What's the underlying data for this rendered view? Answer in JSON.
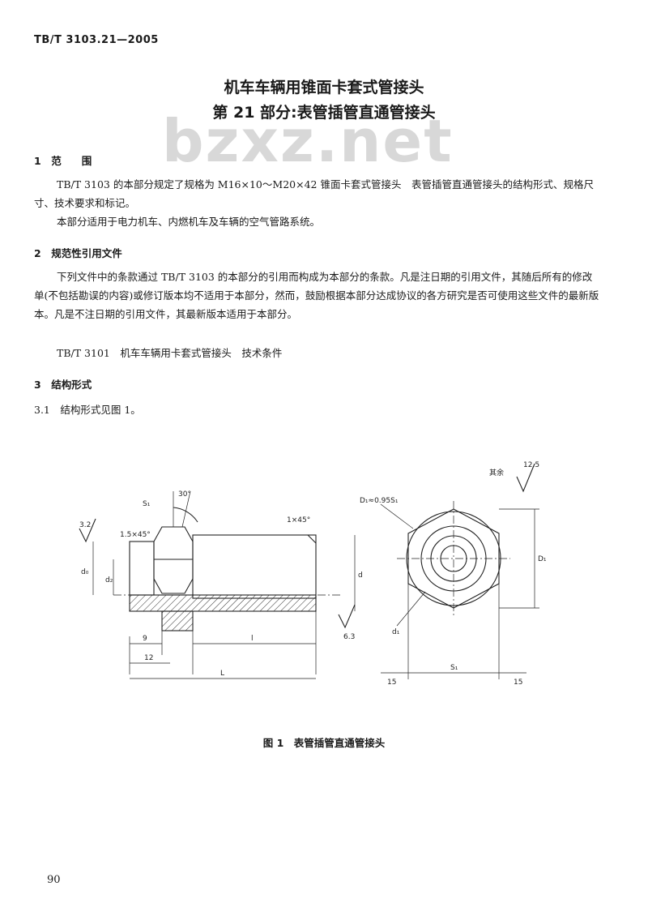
{
  "header": {
    "standard_code": "TB/T 3103.21—2005"
  },
  "title": {
    "line1": "机车车辆用锥面卡套式管接头",
    "line2": "第 21 部分:表管插管直通管接头"
  },
  "watermark": "bzxz.net",
  "sections": {
    "s1": {
      "heading": "1　范　　围",
      "p1": "TB/T 3103 的本部分规定了规格为 M16×10～M20×42 锥面卡套式管接头　表管插管直通管接头的结构形式、规格尺寸、技术要求和标记。",
      "p2": "本部分适用于电力机车、内燃机车及车辆的空气管路系统。"
    },
    "s2": {
      "heading": "2　规范性引用文件",
      "p1": "下列文件中的条款通过 TB/T 3103 的本部分的引用而构成为本部分的条款。凡是注日期的引用文件，其随后所有的修改单(不包括勘误的内容)或修订版本均不适用于本部分，然而，鼓励根据本部分达成协议的各方研究是否可使用这些文件的最新版本。凡是不注日期的引用文件，其最新版本适用于本部分。",
      "p2": "TB/T 3101　机车车辆用卡套式管接头　技术条件"
    },
    "s3": {
      "heading": "3　结构形式",
      "p1": "3.1　结构形式见图 1。"
    }
  },
  "figure": {
    "caption": "图 1　表管插管直通管接头",
    "labels": {
      "rest": "其余",
      "rough_main": "12.5",
      "angle": "30°",
      "s1": "S₁",
      "chamfer_right": "1×45°",
      "chamfer_left": "1.5×45°",
      "rough_left": "3.2",
      "d0": "d₀",
      "d2": "d₂",
      "d": "d",
      "dim9": "9",
      "dim12": "12",
      "l": "l",
      "L": "L",
      "rough_bottom": "6.3",
      "d1": "d₁",
      "dmin": "D₁≈0.95S₁",
      "D1": "D₁",
      "S1": "S₁",
      "dim15_left": "15",
      "dim15_right": "15"
    }
  },
  "page_number": "90"
}
